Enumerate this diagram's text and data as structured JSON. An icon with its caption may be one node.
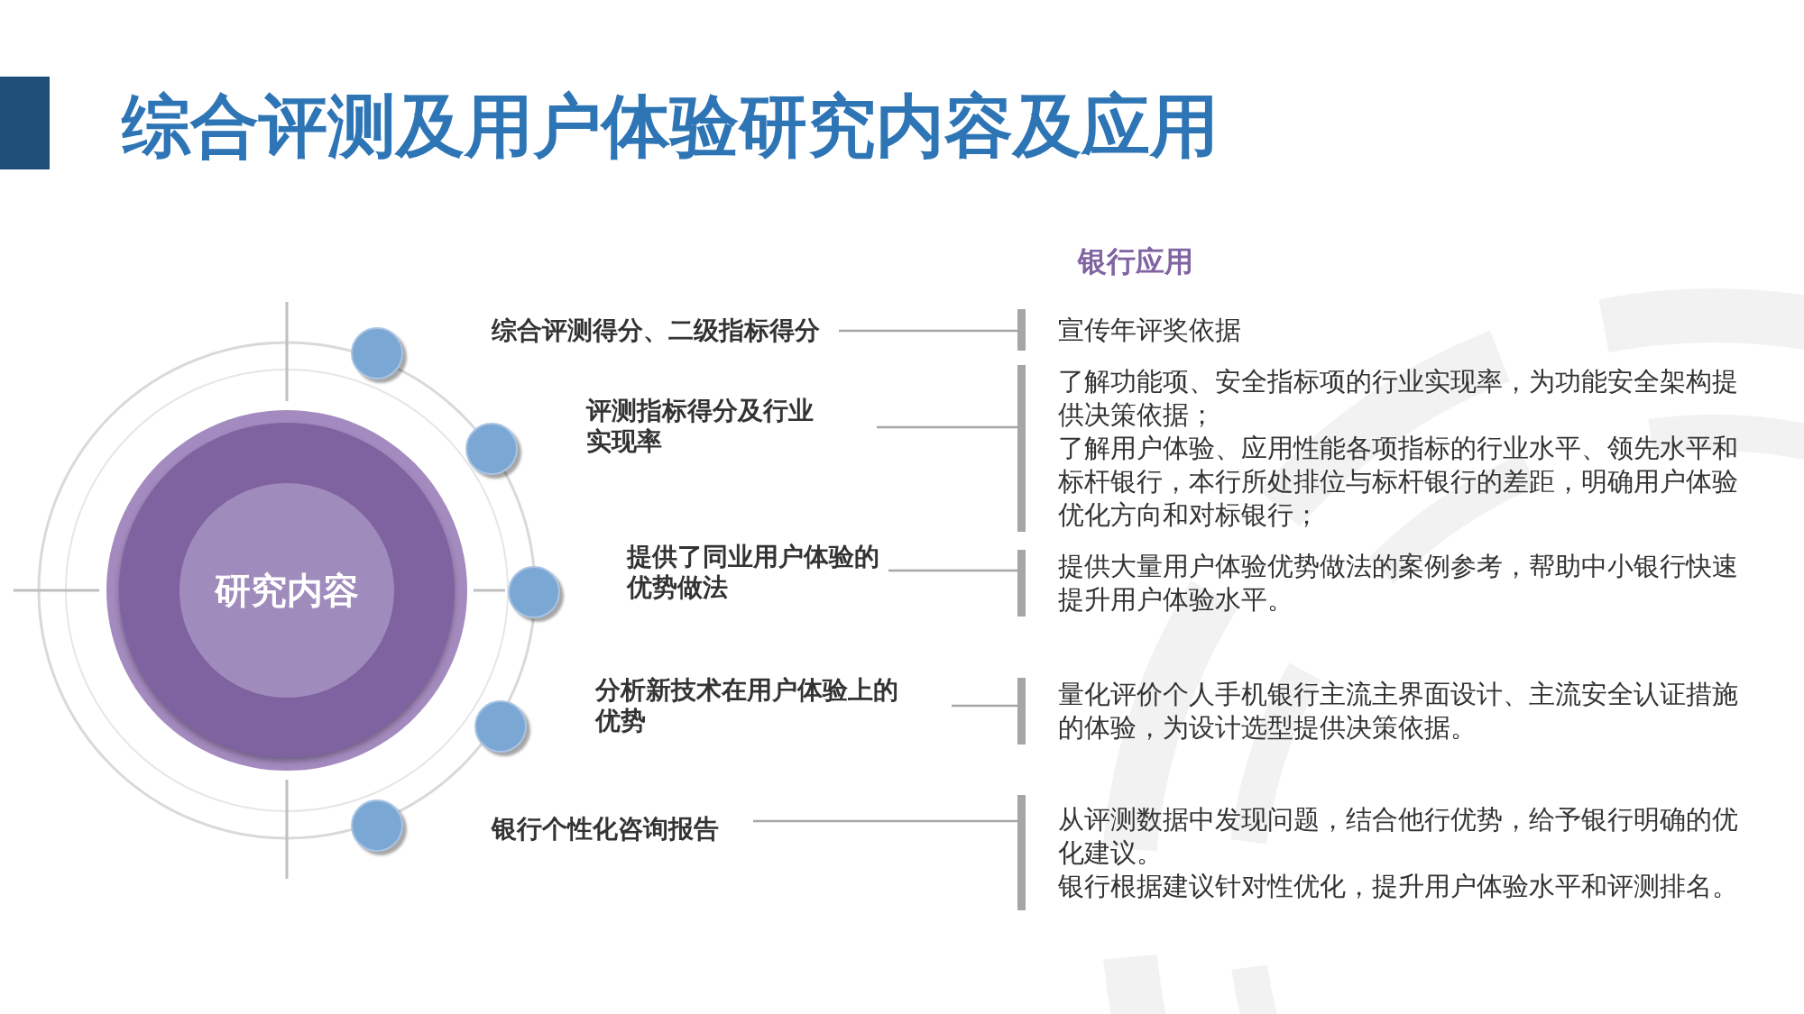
{
  "diagram": {
    "title": "综合评测及用户体验研究内容及应用",
    "nodes": [
      {
        "text": [
          "研究内容"
        ]
      },
      {
        "text": [
          "综合评测得分、二级指标得分"
        ]
      },
      {
        "text": [
          "评测指标得分及行业实现率"
        ]
      },
      {
        "text": [
          "提供了同业用户体验的优势做法"
        ]
      },
      {
        "text": [
          "分析新技术在用户体验上的优势"
        ]
      },
      {
        "text": [
          "银行个性化咨询报告"
        ]
      },
      {
        "text": [
          "宣传年评奖依据"
        ]
      },
      {
        "text": [
          "了解功能项、安全指标项的行业实现率，为功能安全架构提供决策依据；",
          "了解用户体验、应用性能各项指标的行业水平、领先水平和标杆银行，本行所处排位与标杆银行的差距，明确用户体验优化方向和对标银行；"
        ]
      },
      {
        "text": [
          "提供大量用户体验优势做法的案例参考，帮助中小银行快速提升用户体验水平。"
        ]
      },
      {
        "text": [
          "量化评价个人手机银行主流主界面设计、主流安全认证措施的体验，为设计选型提供决策依据。"
        ]
      },
      {
        "text": [
          "从评测数据中发现问题，结合他行优势，给予银行明确的优化建议。",
          "银行根据建议针对性优化，提升用户体验水平和评测排名。"
        ]
      }
    ],
    "edges": [
      {
        "from": 1,
        "to": 6,
        "arrow": "none"
      },
      {
        "from": 2,
        "to": 7,
        "arrow": "none"
      },
      {
        "from": 3,
        "to": 8,
        "arrow": "none"
      },
      {
        "from": 4,
        "to": 9,
        "arrow": "none"
      },
      {
        "from": 5,
        "to": 10,
        "arrow": "none"
      }
    ],
    "labels": [
      "银行应用"
    ]
  }
}
